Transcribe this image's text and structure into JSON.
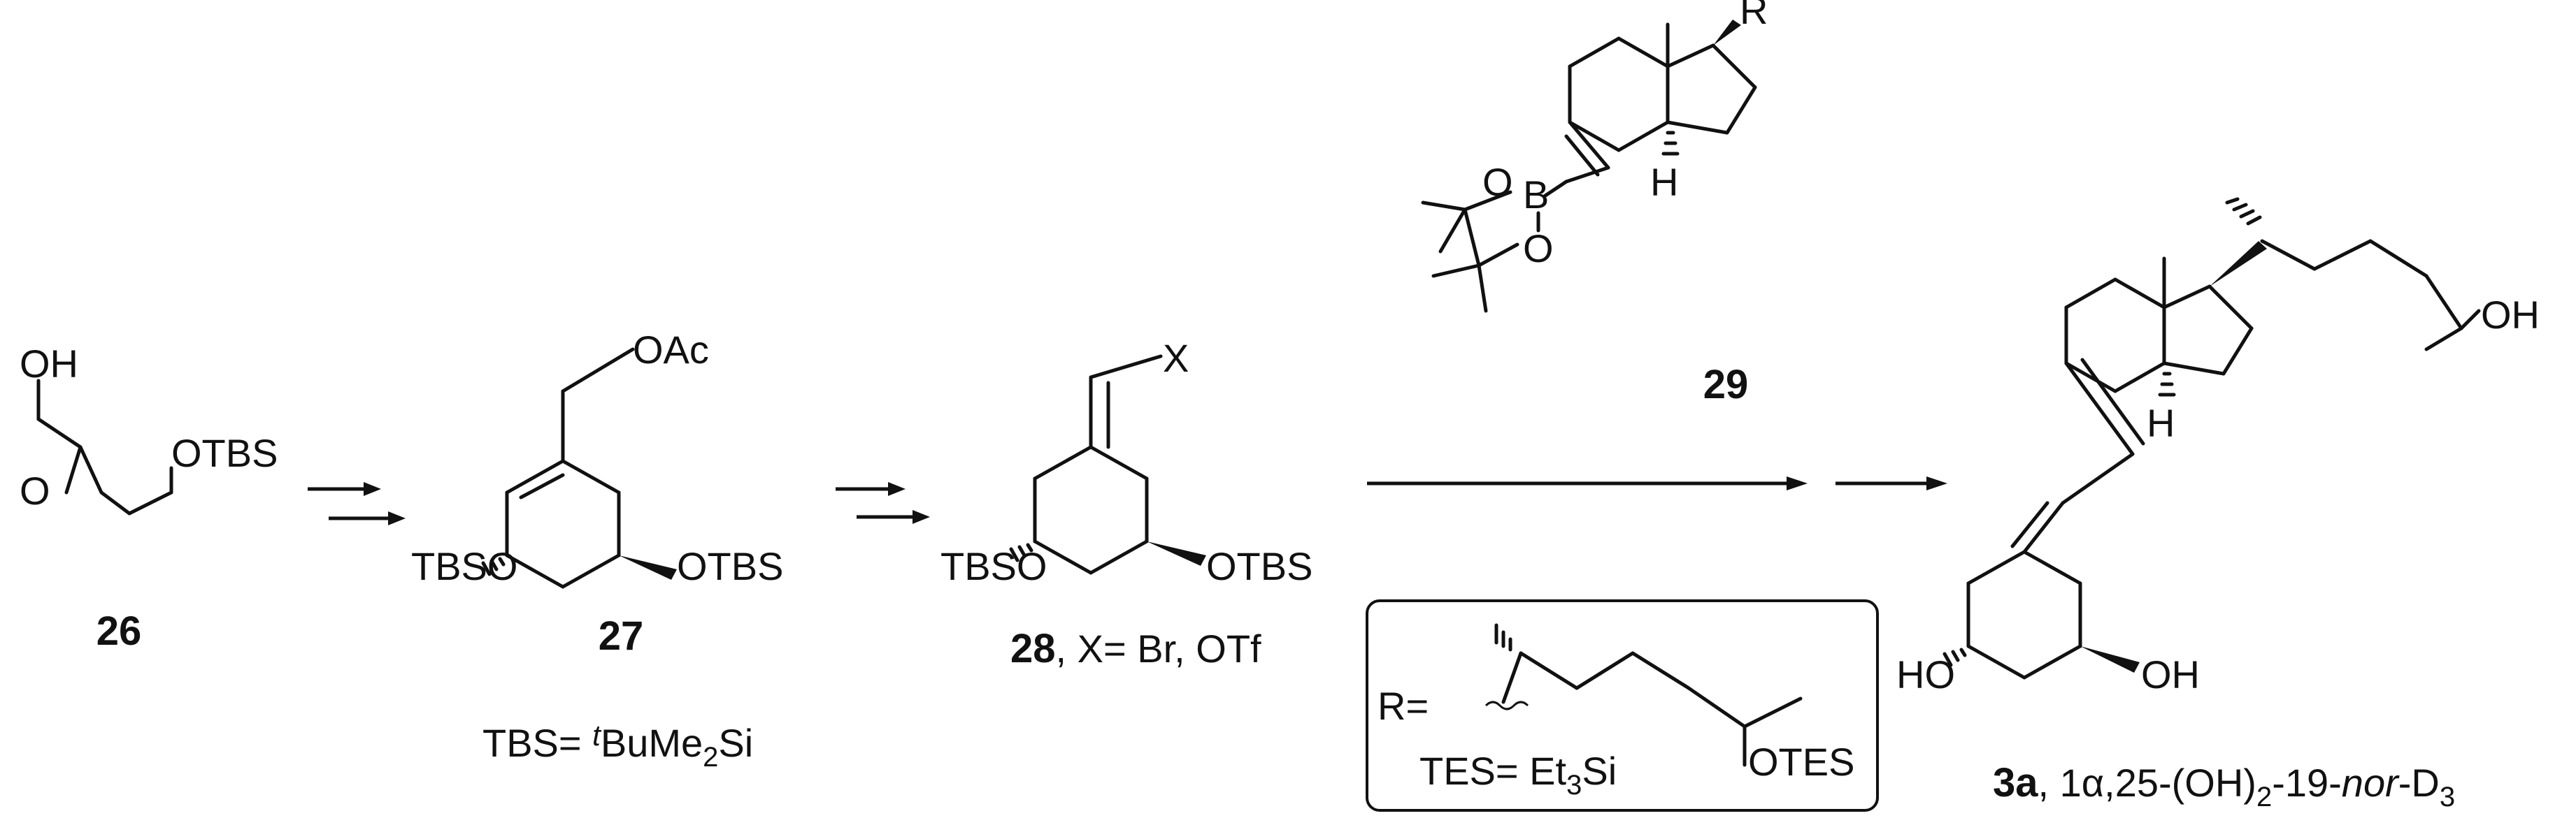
{
  "compound_26": {
    "number": "26",
    "oh": "OH",
    "epoxide_o": "O",
    "otbs": "OTBS"
  },
  "compound_27": {
    "number": "27",
    "oac": "OAc",
    "tbso": "TBSO",
    "otbs": "OTBS",
    "footnote_prefix": "TBS= ",
    "footnote_t": "t",
    "footnote_bu": "BuMe",
    "footnote_sub": "2",
    "footnote_si": "Si"
  },
  "compound_28": {
    "number": "28",
    "caption_rest": ", X= Br, OTf",
    "x": "X",
    "tbso": "TBSO",
    "otbs": "OTBS"
  },
  "compound_29": {
    "number": "29",
    "r": "R",
    "h": "H",
    "b": "B",
    "o1": "O",
    "o2": "O"
  },
  "r_group_box": {
    "r_label": "R=",
    "otes": "OTES",
    "tes_prefix": "TES= Et",
    "tes_sub": "3",
    "tes_si": "Si"
  },
  "compound_3a": {
    "number": "3a",
    "caption_a": ", 1",
    "alpha": "α",
    "caption_b": ",25-(OH)",
    "sub2": "2",
    "caption_c": "-19-",
    "nor": "nor",
    "caption_d": "-D",
    "sub3": "3",
    "oh_side": "OH",
    "h": "H",
    "ho": "HO",
    "oh_ring": "OH"
  }
}
